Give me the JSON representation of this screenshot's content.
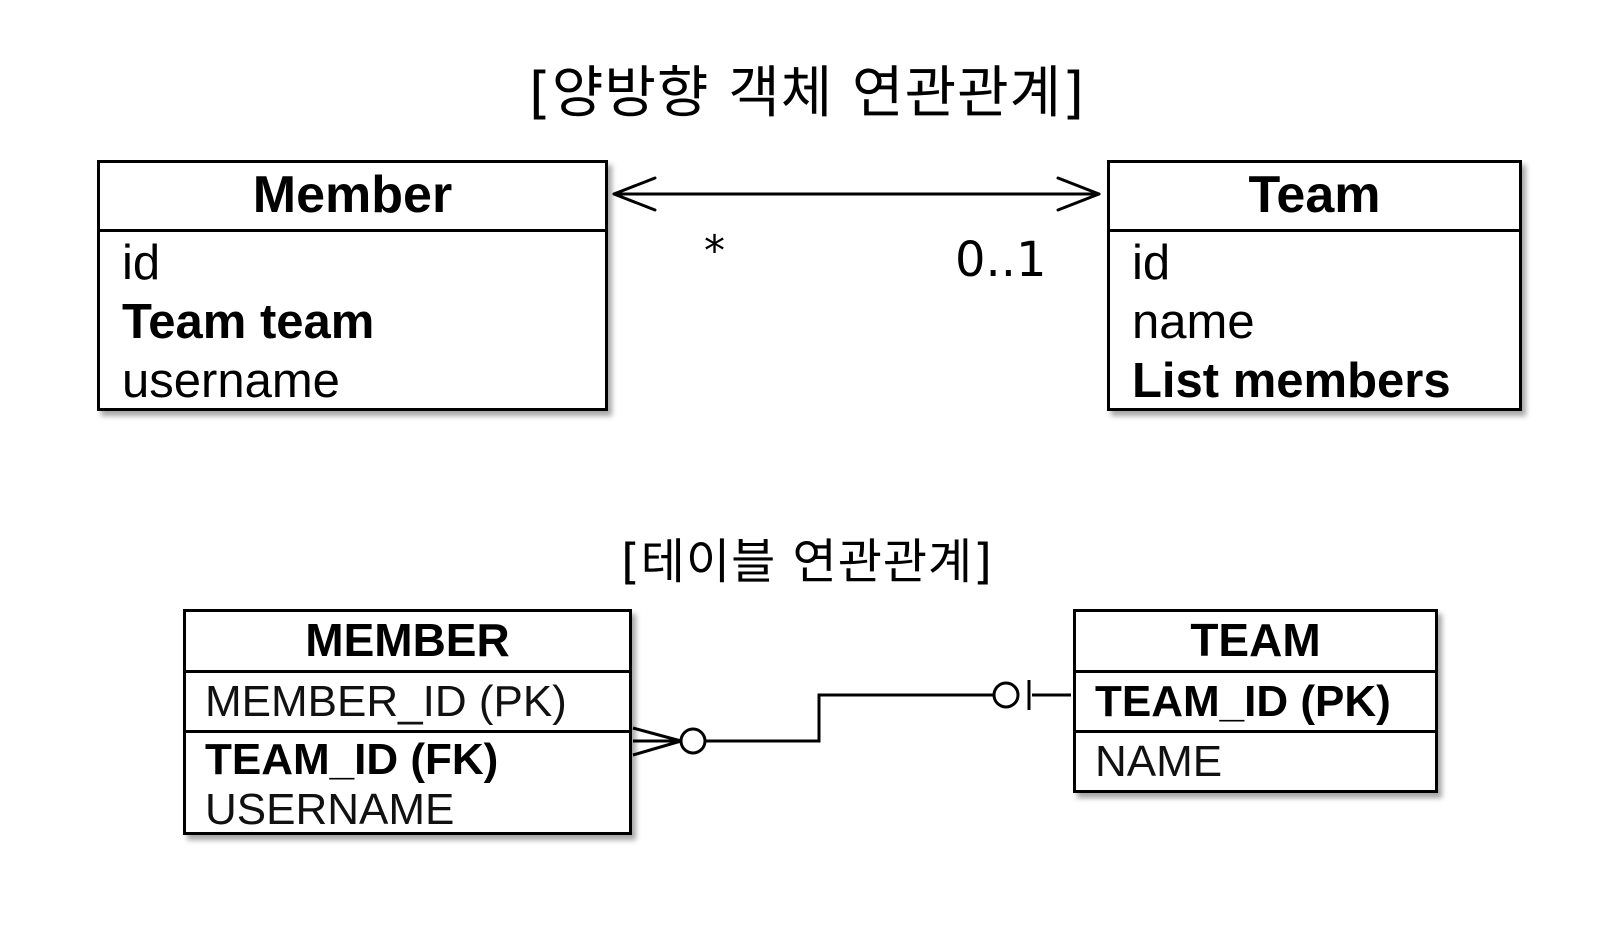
{
  "titles": {
    "object_relation": "[양방향 객체 연관관계]",
    "table_relation": "[테이블 연관관계]"
  },
  "member_class": {
    "name": "Member",
    "fields": [
      "id",
      "Team team",
      "username"
    ]
  },
  "team_class": {
    "name": "Team",
    "fields": [
      "id",
      "name",
      "List members"
    ]
  },
  "association": {
    "member_multiplicity": "*",
    "team_multiplicity": "0..1"
  },
  "member_table": {
    "name": "MEMBER",
    "pk": "MEMBER_ID (PK)",
    "fk": "TEAM_ID (FK)",
    "other": "USERNAME"
  },
  "team_table": {
    "name": "TEAM",
    "pk": "TEAM_ID (PK)",
    "other": "NAME"
  }
}
